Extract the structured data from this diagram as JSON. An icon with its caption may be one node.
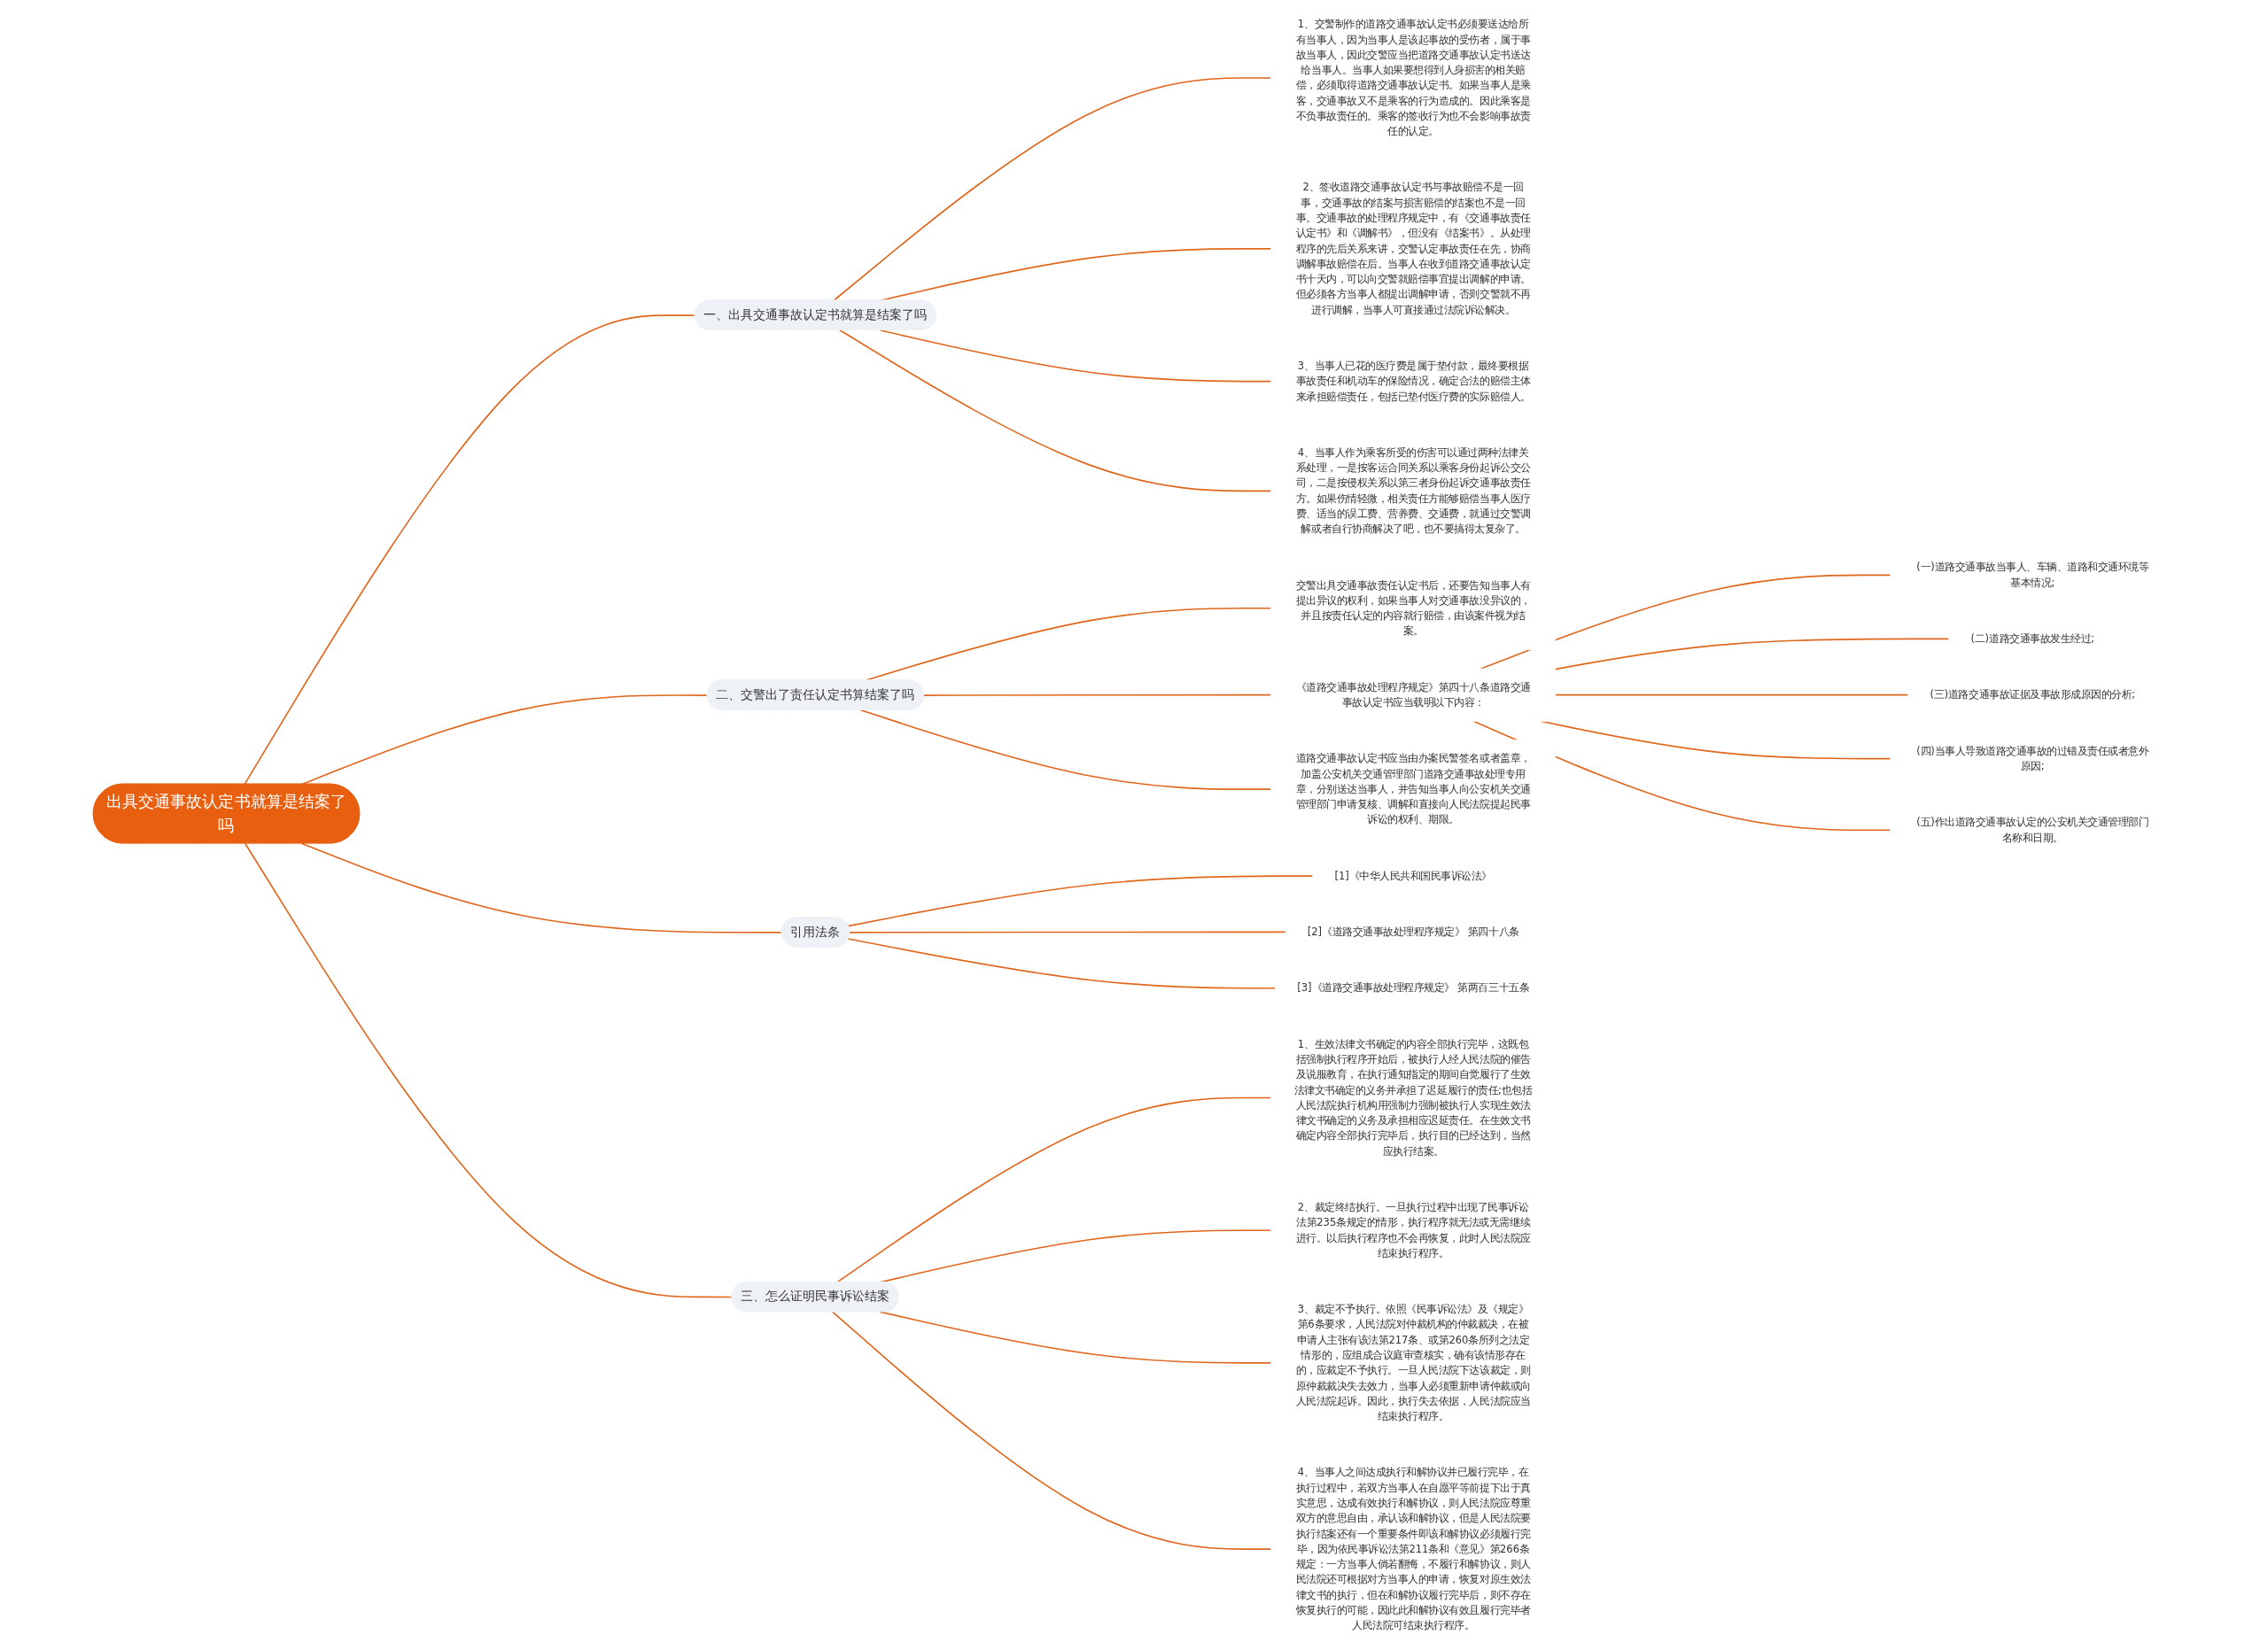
{
  "diagram": {
    "nodes": [
      {
        "text": [
          "出具交通事故认定书就算是结案了吗"
        ]
      },
      {
        "text": [
          "一、出具交通事故认定书就算是结案了吗"
        ]
      },
      {
        "text": [
          "1、交警制作的道路交通事故认定书必须要送达给所有当事人，因为当事人是该起事故的受伤者，属于事故当事人，因此交警应当把道路交通事故认定书送达给当事人。当事人如果要想得到人身损害的相关赔偿，必须取得道路交通事故认定书。如果当事人是乘客，交通事故又不是乘客的行为造成的。因此乘客是不负事故责任的。乘客的签收行为也不会影响事故责任的认定。"
        ]
      },
      {
        "text": [
          "2、签收道路交通事故认定书与事故赔偿不是一回事，交通事故的结案与损害赔偿的结案也不是一回事。交通事故的处理程序规定中，有《交通事故责任认定书》和《调解书》，但没有《结案书》。从处理程序的先后关系来讲，交警认定事故责任在先，协商调解事故赔偿在后。当事人在收到道路交通事故认定书十天内，可以向交警就赔偿事宜提出调解的申请。但必须各方当事人都提出调解申请，否则交警就不再进行调解，当事人可直接通过法院诉讼解决。"
        ]
      },
      {
        "text": [
          "3、当事人已花的医疗费是属于垫付款，最终要根据事故责任和机动车的保险情况，确定合法的赔偿主体来承担赔偿责任，包括已垫付医疗费的实际赔偿人。"
        ]
      },
      {
        "text": [
          "4、当事人作为乘客所受的伤害可以通过两种法律关系处理，一是按客运合同关系以乘客身份起诉公交公司，二是按侵权关系以第三者身份起诉交通事故责任方。如果伤情轻微，相关责任方能够赔偿当事人医疗费、适当的误工费、营养费、交通费，就通过交警调解或者自行协商解决了吧，也不要搞得太复杂了。"
        ]
      },
      {
        "text": [
          "二、交警出了责任认定书算结案了吗"
        ]
      },
      {
        "text": [
          "交警出具交通事故责任认定书后，还要告知当事人有提出异议的权利，如果当事人对交通事故没异议的，并且按责任认定的内容就行赔偿，由该案件视为结案。"
        ]
      },
      {
        "text": [
          "《道路交通事故处理程序规定》第四十八条道路交通事故认定书应当载明以下内容："
        ]
      },
      {
        "text": [
          "(一)道路交通事故当事人、车辆、道路和交通环境等基本情况;"
        ]
      },
      {
        "text": [
          "(二)道路交通事故发生经过;"
        ]
      },
      {
        "text": [
          "(三)道路交通事故证据及事故形成原因的分析;"
        ]
      },
      {
        "text": [
          "(四)当事人导致道路交通事故的过错及责任或者意外原因;"
        ]
      },
      {
        "text": [
          "(五)作出道路交通事故认定的公安机关交通管理部门名称和日期。"
        ]
      },
      {
        "text": [
          "道路交通事故认定书应当由办案民警签名或者盖章，加盖公安机关交通管理部门道路交通事故处理专用章，分别送达当事人，并告知当事人向公安机关交通管理部门申请复核、调解和直接向人民法院提起民事诉讼的权利、期限。"
        ]
      },
      {
        "text": [
          "引用法条"
        ]
      },
      {
        "text": [
          "[1]《中华人民共和国民事诉讼法》"
        ]
      },
      {
        "text": [
          "[2]《道路交通事故处理程序规定》 第四十八条"
        ]
      },
      {
        "text": [
          "[3]《道路交通事故处理程序规定》 第两百三十五条"
        ]
      },
      {
        "text": [
          "三、怎么证明民事诉讼结案"
        ]
      },
      {
        "text": [
          "1、生效法律文书确定的内容全部执行完毕，这既包括强制执行程序开始后，被执行人经人民法院的催告及说服教育，在执行通知指定的期间自觉履行了生效法律文书确定的义务并承担了迟延履行的责任;也包括人民法院执行机构用强制力强制被执行人实现生效法律文书确定的义务及承担相应迟延责任。在生效文书确定内容全部执行完毕后，执行目的已经达到，当然应执行结案。"
        ]
      },
      {
        "text": [
          "2、裁定终结执行。一旦执行过程中出现了民事诉讼法第235条规定的情形，执行程序就无法或无需继续进行。以后执行程序也不会再恢复，此时人民法院应结束执行程序。"
        ]
      },
      {
        "text": [
          "3、裁定不予执行。依照《民事诉讼法》及《规定》第6条要求，人民法院对仲裁机构的仲裁裁决，在被申请人主张有该法第217条、或第260条所列之法定情形的，应组成合议庭审查核实，确有该情形存在的，应裁定不予执行。一旦人民法院下达该裁定，则原仲裁裁决失去效力，当事人必须重新申请仲裁或向人民法院起诉。因此，执行失去依据，人民法院应当结束执行程序。"
        ]
      },
      {
        "text": [
          "4、当事人之间达成执行和解协议并已履行完毕，在执行过程中，若双方当事人在自愿平等前提下出于真实意思，达成有效执行和解协议，则人民法院应尊重双方的意思自由，承认该和解协议，但是人民法院要执行结案还有一个重要条件即该和解协议必须履行完毕，因为依民事诉讼法第211条和《意见》第266条规定：一方当事人倘若翻悔，不履行和解协议，则人民法院还可根据对方当事人的申请，恢复对原生效法律文书的执行，但在和解协议履行完毕后，则不存在恢复执行的可能，因此此和解协议有效且履行完毕者人民法院可结束执行程序。"
        ]
      }
    ],
    "edges": [
      {
        "from": 0,
        "to": 1,
        "arrow": "none"
      },
      {
        "from": 1,
        "to": 2,
        "arrow": "none"
      },
      {
        "from": 1,
        "to": 3,
        "arrow": "none"
      },
      {
        "from": 1,
        "to": 4,
        "arrow": "none"
      },
      {
        "from": 1,
        "to": 5,
        "arrow": "none"
      },
      {
        "from": 0,
        "to": 6,
        "arrow": "none"
      },
      {
        "from": 6,
        "to": 7,
        "arrow": "none"
      },
      {
        "from": 6,
        "to": 8,
        "arrow": "none"
      },
      {
        "from": 8,
        "to": 9,
        "arrow": "none"
      },
      {
        "from": 8,
        "to": 10,
        "arrow": "none"
      },
      {
        "from": 8,
        "to": 11,
        "arrow": "none"
      },
      {
        "from": 8,
        "to": 12,
        "arrow": "none"
      },
      {
        "from": 8,
        "to": 13,
        "arrow": "none"
      },
      {
        "from": 6,
        "to": 14,
        "arrow": "none"
      },
      {
        "from": 0,
        "to": 15,
        "arrow": "none"
      },
      {
        "from": 15,
        "to": 16,
        "arrow": "none"
      },
      {
        "from": 15,
        "to": 17,
        "arrow": "none"
      },
      {
        "from": 15,
        "to": 18,
        "arrow": "none"
      },
      {
        "from": 0,
        "to": 19,
        "arrow": "none"
      },
      {
        "from": 19,
        "to": 20,
        "arrow": "none"
      },
      {
        "from": 19,
        "to": 21,
        "arrow": "none"
      },
      {
        "from": 19,
        "to": 22,
        "arrow": "none"
      },
      {
        "from": 19,
        "to": 23,
        "arrow": "none"
      }
    ]
  }
}
